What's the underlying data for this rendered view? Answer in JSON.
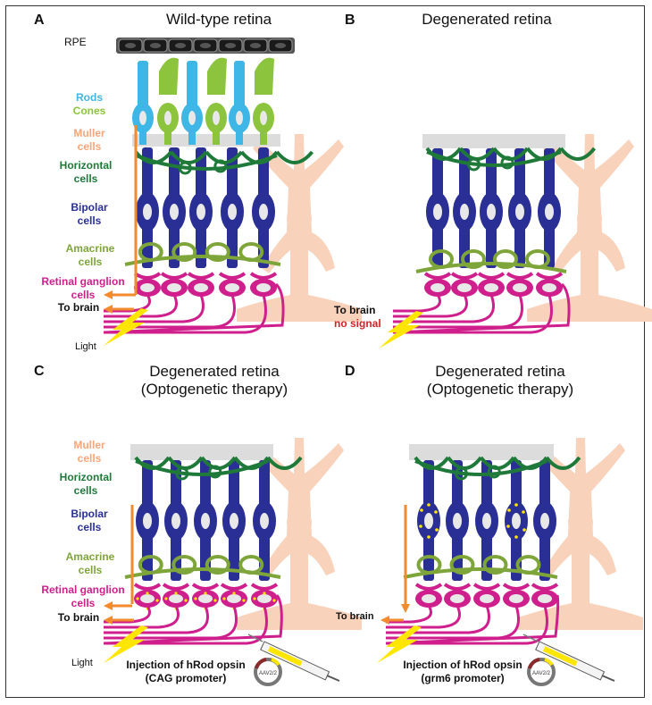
{
  "panels": {
    "a": {
      "letter": "A",
      "title": "Wild-type retina"
    },
    "b": {
      "letter": "B",
      "title": "Degenerated retina"
    },
    "c": {
      "letter": "C",
      "title_line1": "Degenerated retina",
      "title_line2": "(Optogenetic therapy)"
    },
    "d": {
      "letter": "D",
      "title_line1": "Degenerated retina",
      "title_line2": "(Optogenetic therapy)"
    }
  },
  "labels": {
    "rpe": "RPE",
    "rods": "Rods",
    "cones": "Cones",
    "muller_1": "Muller",
    "muller_2": "cells",
    "horizontal_1": "Horizontal",
    "horizontal_2": "cells",
    "bipolar_1": "Bipolar",
    "bipolar_2": "cells",
    "amacrine_1": "Amacrine",
    "amacrine_2": "cells",
    "rgc_1": "Retinal ganglion",
    "rgc_2": "cells",
    "to_brain": "To brain",
    "no_signal": "no signal",
    "light": "Light",
    "injection": "Injection of hRod opsin",
    "cag_promoter": "(CAG promoter)",
    "grm6_promoter": "(grm6 promoter)",
    "aav": "AAV2/2"
  },
  "colors": {
    "rod": "#3fb7e6",
    "cone": "#8cc43e",
    "muller": "#f9d2bb",
    "horizontal": "#1f7a3a",
    "bipolar": "#2a2f96",
    "amacrine": "#7ea53a",
    "rgc": "#cf1f8c",
    "arrow": "#f28a2e",
    "light": "#ffe600",
    "opsin": "#ffe600",
    "rpe": "#555555",
    "layer": "#dcdcdc"
  }
}
